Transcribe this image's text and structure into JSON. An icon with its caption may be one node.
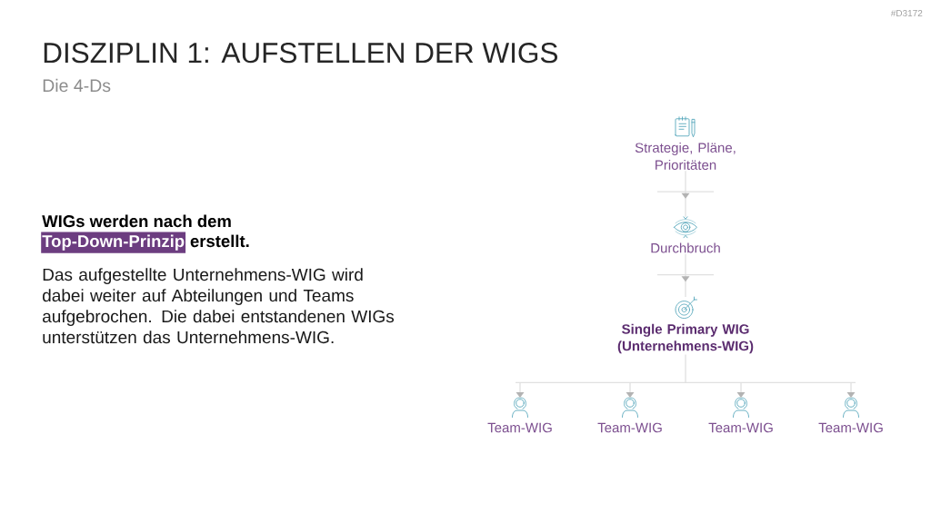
{
  "diagram": {
    "title": "DISZIPLIN 1: AUFSTELLEN DER WIGS",
    "nodes": [
      {
        "text": [
          "Strategie, Pläne, Prioritäten"
        ]
      },
      {
        "text": [
          "Durchbruch"
        ]
      },
      {
        "text": [
          "Single Primary WIG (Unternehmens-WIG)"
        ]
      },
      {
        "text": [
          "Team-WIG"
        ]
      },
      {
        "text": [
          "Team-WIG"
        ]
      },
      {
        "text": [
          "Team-WIG"
        ]
      },
      {
        "text": [
          "Team-WIG"
        ]
      }
    ],
    "edges": [
      {
        "from": 0,
        "to": 1,
        "arrow": "to"
      },
      {
        "from": 1,
        "to": 2,
        "arrow": "to"
      },
      {
        "from": 2,
        "to": 3,
        "arrow": "to"
      },
      {
        "from": 2,
        "to": 4,
        "arrow": "to"
      },
      {
        "from": 2,
        "to": 5,
        "arrow": "to"
      },
      {
        "from": 2,
        "to": 6,
        "arrow": "to"
      }
    ],
    "labels": [
      "#D3172",
      "Die 4-Ds",
      "WIGs werden nach dem",
      "Top-Down-Prinzip",
      "erstellt.",
      "Das aufgestellte Unternehmens-WIG wird dabei weiter auf Abteilungen und Teams aufgebrochen. Die dabei entstandenen WIGs unterstützen das Unternehmens-WIG."
    ]
  }
}
